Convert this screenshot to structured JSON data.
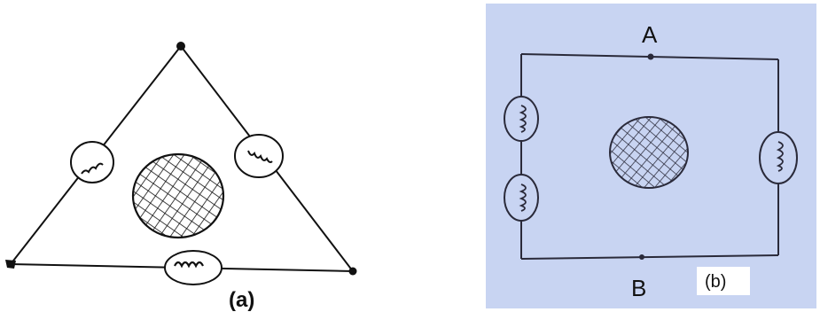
{
  "figure_a": {
    "caption": "(a)",
    "colors": {
      "ink": "#111111",
      "background": "#ffffff"
    }
  },
  "figure_b": {
    "caption": "(b)",
    "node_top": "A",
    "node_bottom": "B",
    "colors": {
      "ink": "#2a2a3a",
      "background": "#c8d4f2"
    }
  }
}
